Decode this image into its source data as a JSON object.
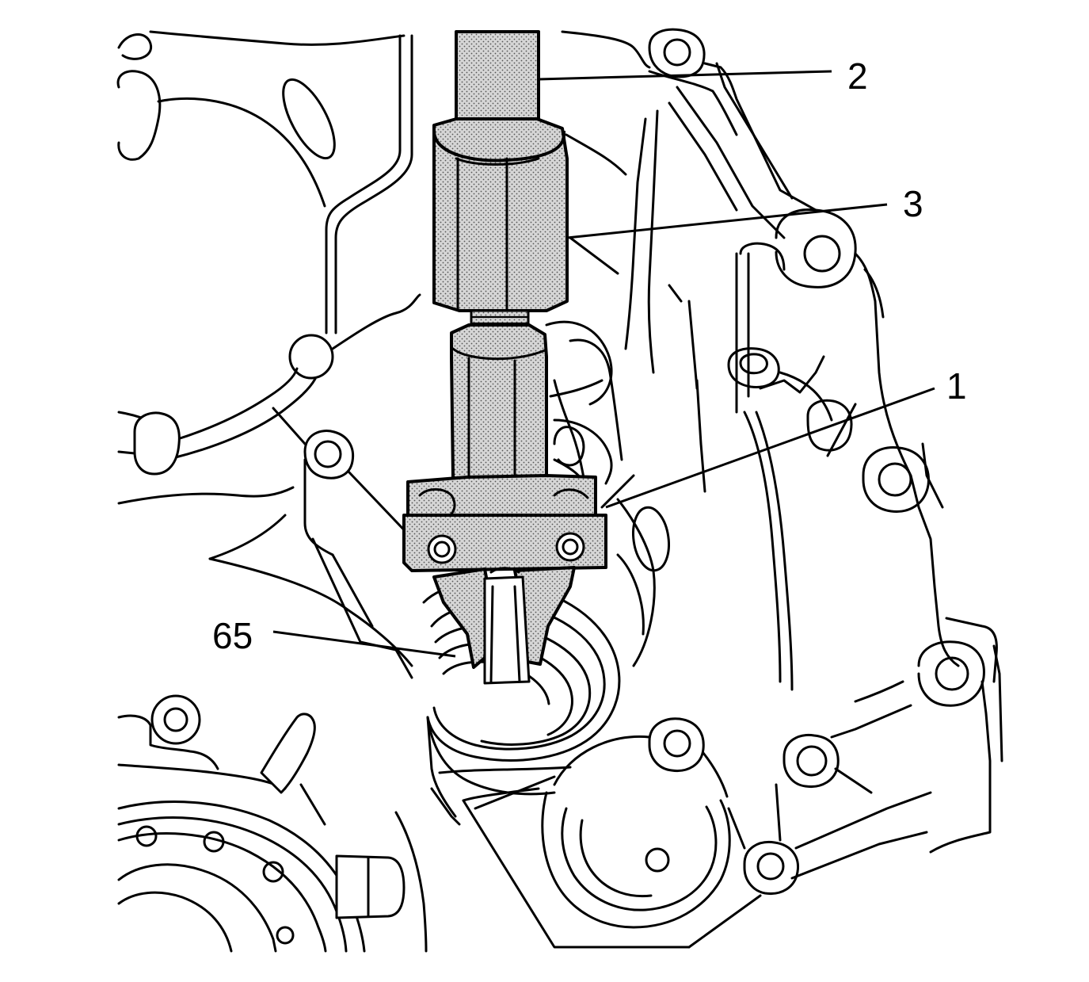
{
  "callouts": {
    "c1": "1",
    "c2": "2",
    "c3": "3",
    "c65": "65"
  },
  "colors": {
    "line": "#000000",
    "background": "#ffffff",
    "tool_fill": "#c8c8c8"
  }
}
